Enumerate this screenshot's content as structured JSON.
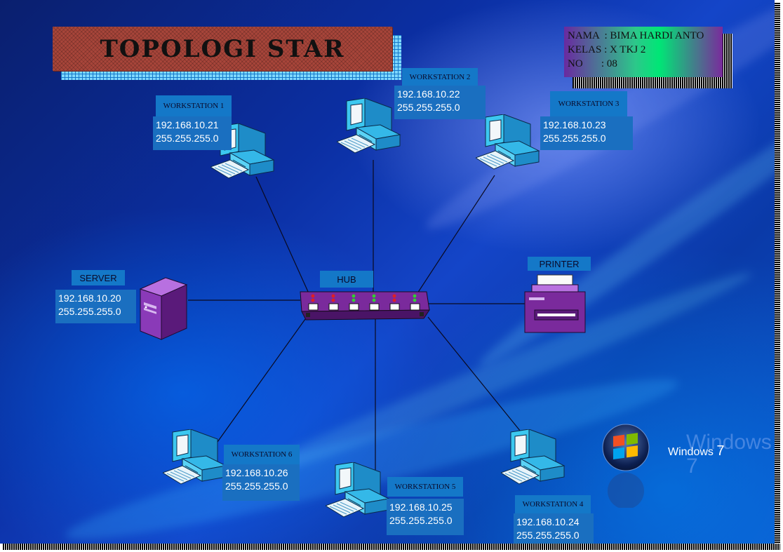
{
  "title": "TOPOLOGI STAR",
  "info": {
    "nama": "NAMA  : BIMA HARDI ANTO",
    "kelas": "KELAS : X TKJ 2",
    "no": "NO       : 08"
  },
  "hub": {
    "label": "HUB"
  },
  "server": {
    "label": "SERVER",
    "ip": "192.168.10.20",
    "mask": "255.255.255.0"
  },
  "printer": {
    "label": "PRINTER"
  },
  "workstations": [
    {
      "label": "WORKSTATION 1",
      "ip": "192.168.10.21",
      "mask": "255.255.255.0"
    },
    {
      "label": "WORKSTATION 2",
      "ip": "192.168.10.22",
      "mask": "255.255.255.0"
    },
    {
      "label": "WORKSTATION 3",
      "ip": "192.168.10.23",
      "mask": "255.255.255.0"
    },
    {
      "label": "WORKSTATION 4",
      "ip": "192.168.10.24",
      "mask": "255.255.255.0"
    },
    {
      "label": "WORKSTATION 5",
      "ip": "192.168.10.25",
      "mask": "255.255.255.0"
    },
    {
      "label": "WORKSTATION 6",
      "ip": "192.168.10.26",
      "mask": "255.255.255.0"
    }
  ],
  "logo": {
    "text": "Windows",
    "version": "7"
  },
  "colors": {
    "label_bg": "#1478c8",
    "hub": "#7a2a9c",
    "monitor": "#2ab4e6"
  }
}
